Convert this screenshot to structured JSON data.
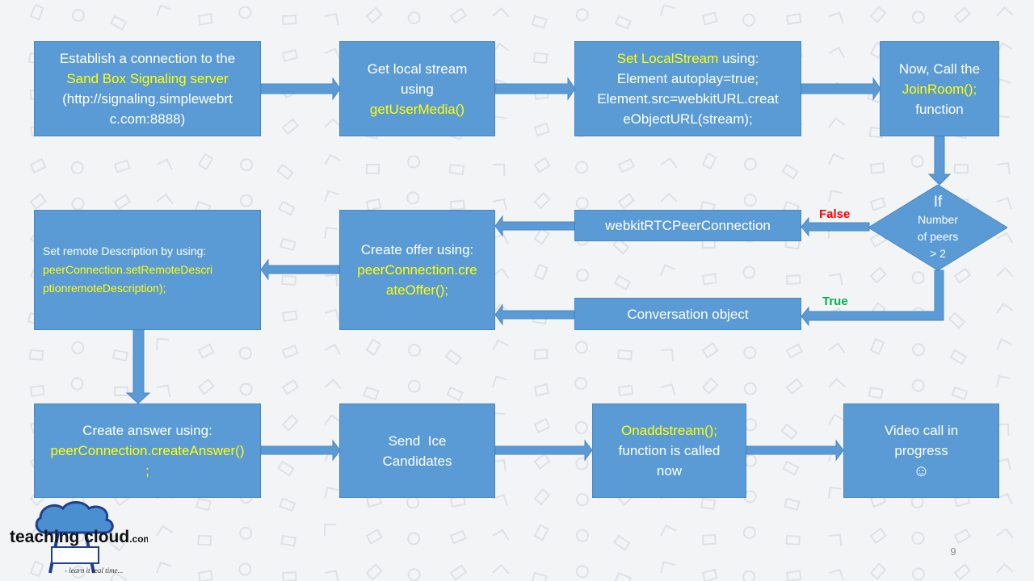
{
  "colors": {
    "box_fill": "#5b9bd5",
    "box_text": "#ffffff",
    "highlight_text": "#ffff00",
    "false_label": "#ff0000",
    "true_label": "#00b050"
  },
  "steps": {
    "connect": {
      "line1": "Establish a connection to the",
      "line2": "Sand Box Signaling server",
      "line3": "(http://signaling.simplewebrt",
      "line4": "c.com:8888)"
    },
    "local_stream": {
      "line1": "Get local stream",
      "line2": "using",
      "line3": "getUserMedia()"
    },
    "set_local_stream": {
      "line1_highlight": "Set LocalStream",
      "line1_rest": " using:",
      "line2": "Element autoplay=true;",
      "line3": "Element.src=webkitURL.creat",
      "line4": "eObjectURL(stream);"
    },
    "join_room": {
      "line1": "Now, Call the",
      "line2": "JoinRoom();",
      "line3": "function"
    },
    "peer_connection": {
      "label": "webkitRTCPeerConnection"
    },
    "conversation": {
      "label": "Conversation object"
    },
    "create_offer": {
      "line1": "Create offer using:",
      "line2": "peerConnection.cre",
      "line3": "ateOffer();"
    },
    "set_remote": {
      "line1": "Set remote Description by using:",
      "line2": "peerConnection.setRemoteDescri",
      "line3": "ptionremoteDescription);"
    },
    "create_answer": {
      "line1": "Create answer using:",
      "line2": "peerConnection.createAnswer()",
      "line3": ";"
    },
    "ice": {
      "line1": "Send  Ice",
      "line2": "Candidates"
    },
    "onaddstream": {
      "line1": "Onaddstream();",
      "line2": "function is called",
      "line3": "now"
    },
    "video_call": {
      "line1": "Video call in",
      "line2": "progress",
      "line3": "☺"
    }
  },
  "decision": {
    "title": "If",
    "line1": "Number",
    "line2": "of peers",
    "line3": "> 2",
    "false_label": "False",
    "true_label": "True"
  },
  "logo": {
    "name_main": "teaching cloud",
    "name_suffix": ".com",
    "tagline": "- learn it real time...",
    "icon": "cloud-easel-logo"
  },
  "page_number": "9"
}
